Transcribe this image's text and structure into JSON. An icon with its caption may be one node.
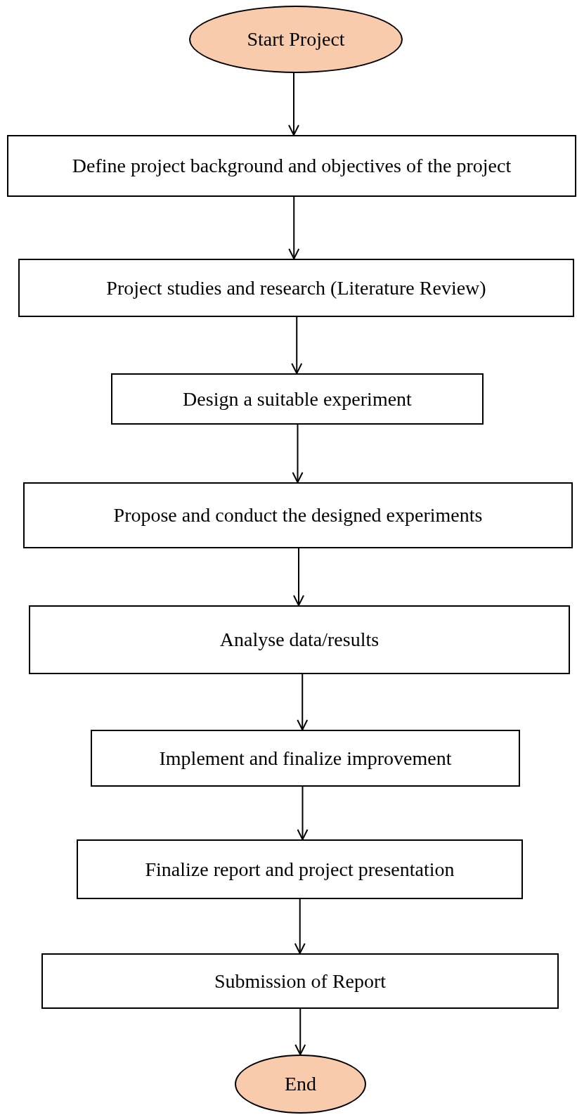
{
  "diagram": {
    "nodes": [
      {
        "text": [
          "Start Project"
        ]
      },
      {
        "text": [
          "Define project background and objectives of the project"
        ]
      },
      {
        "text": [
          "Project studies and research (Literature Review)"
        ]
      },
      {
        "text": [
          "Design a suitable experiment"
        ]
      },
      {
        "text": [
          "Propose and conduct the designed experiments"
        ]
      },
      {
        "text": [
          "Analyse data/results"
        ]
      },
      {
        "text": [
          "Implement and finalize improvement"
        ]
      },
      {
        "text": [
          "Finalize report and project presentation"
        ]
      },
      {
        "text": [
          "Submission of Report"
        ]
      },
      {
        "text": [
          "End"
        ]
      }
    ],
    "edges": [
      {
        "from": 0,
        "to": 1,
        "arrow": "to"
      },
      {
        "from": 1,
        "to": 2,
        "arrow": "to"
      },
      {
        "from": 2,
        "to": 3,
        "arrow": "to"
      },
      {
        "from": 3,
        "to": 4,
        "arrow": "to"
      },
      {
        "from": 4,
        "to": 5,
        "arrow": "to"
      },
      {
        "from": 5,
        "to": 6,
        "arrow": "to"
      },
      {
        "from": 6,
        "to": 7,
        "arrow": "to"
      },
      {
        "from": 7,
        "to": 8,
        "arrow": "to"
      },
      {
        "from": 8,
        "to": 9,
        "arrow": "to"
      }
    ]
  }
}
